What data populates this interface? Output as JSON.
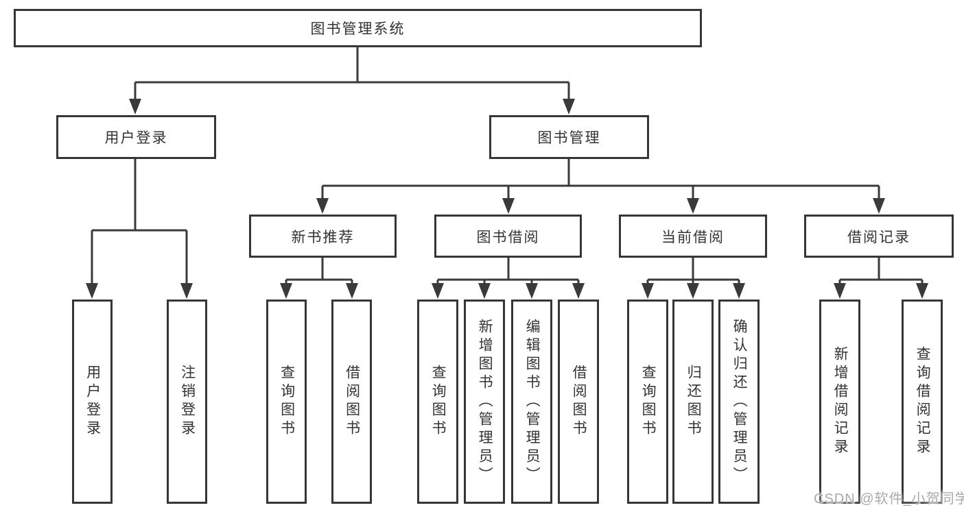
{
  "diagram": {
    "title": "图书管理系统",
    "nodes": {
      "root": "图书管理系统",
      "user_login": "用户登录",
      "book_mgmt": "图书管理",
      "new_book_rec": "新书推荐",
      "book_borrow": "图书借阅",
      "current_borrow": "当前借阅",
      "borrow_records": "借阅记录",
      "ul_user_login": "用户登录",
      "ul_logout": "注销登录",
      "nr_query_book": "查询图书",
      "nr_borrow_book": "借阅图书",
      "bb_query_book": "查询图书",
      "bb_add_book": "新增图书（管理员）",
      "bb_edit_book": "编辑图书（管理员）",
      "bb_borrow_book": "借阅图书",
      "cb_query_book": "查询图书",
      "cb_return_book": "归还图书",
      "cb_confirm_return": "确认归还（管理员）",
      "br_add_record": "新增借阅记录",
      "br_query_record": "查询借阅记录"
    },
    "colors": {
      "line": "#3a3a3a",
      "border": "#363636",
      "text": "#333333",
      "background": "#ffffff",
      "watermark": "#a9a9a9"
    }
  },
  "watermark": "CSDN @软件_小贺同学"
}
